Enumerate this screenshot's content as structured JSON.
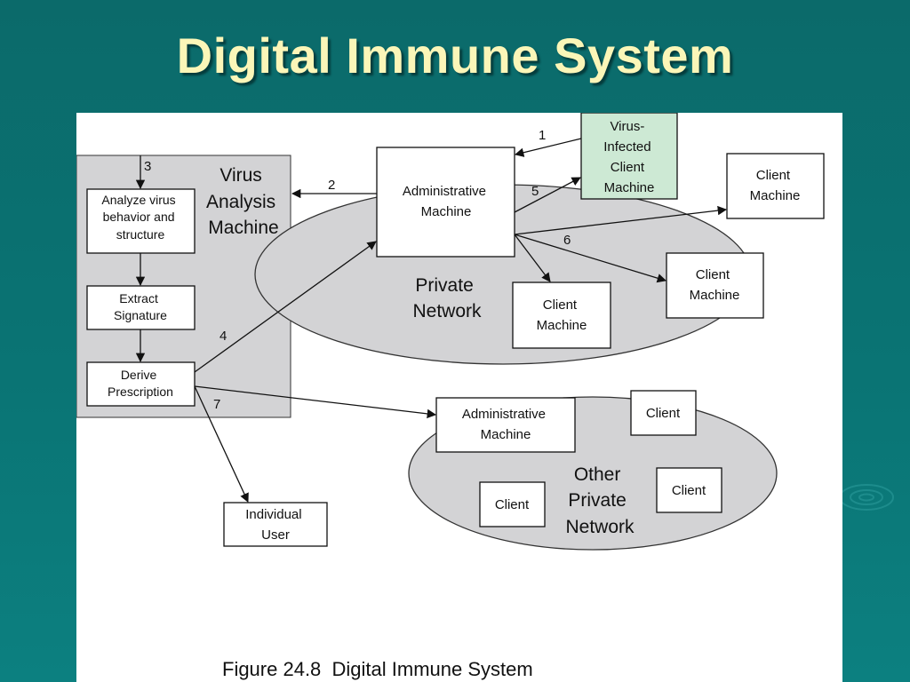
{
  "slide": {
    "title": "Digital Immune System"
  },
  "diagram": {
    "caption": "Figure 24.8  Digital Immune System",
    "virus_analysis_machine": {
      "title_lines": [
        "Virus",
        "Analysis",
        "Machine"
      ],
      "steps": [
        {
          "lines": [
            "Analyze virus",
            "behavior and",
            "structure"
          ]
        },
        {
          "lines": [
            "Extract",
            "Signature"
          ]
        },
        {
          "lines": [
            "Derive",
            "Prescription"
          ]
        }
      ]
    },
    "private_network": {
      "label_lines": [
        "Private",
        "Network"
      ],
      "admin_lines": [
        "Administrative",
        "Machine"
      ],
      "infected_lines": [
        "Virus-",
        "Infected",
        "Client",
        "Machine"
      ],
      "client_lines": [
        "Client",
        "Machine"
      ]
    },
    "other_network": {
      "label_lines": [
        "Other",
        "Private",
        "Network"
      ],
      "admin_lines": [
        "Administrative",
        "Machine"
      ],
      "client_label": "Client"
    },
    "individual_user_lines": [
      "Individual",
      "User"
    ],
    "step_numbers": [
      "1",
      "2",
      "3",
      "4",
      "5",
      "6",
      "7"
    ],
    "colors": {
      "background": "#0b6a6a",
      "title": "#fbf6b8",
      "gray_region": "#d3d3d5",
      "infected_fill": "#cde9d4"
    }
  }
}
